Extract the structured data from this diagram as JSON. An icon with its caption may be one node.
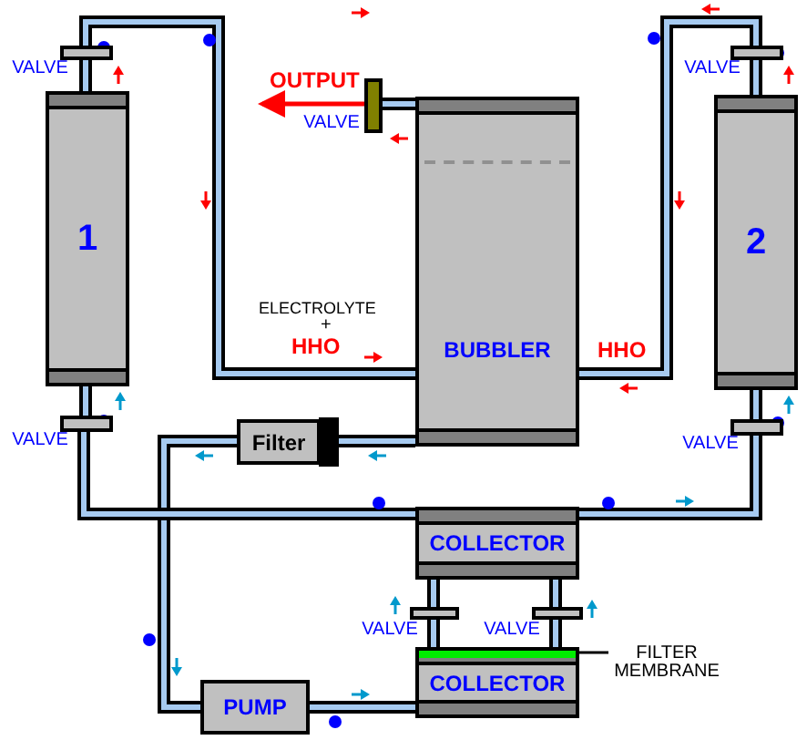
{
  "diagram": {
    "nodes": [
      {
        "text": [
          "1"
        ]
      },
      {
        "text": [
          "BUBBLER"
        ]
      },
      {
        "text": [
          "2"
        ]
      },
      {
        "text": [
          "Filter"
        ]
      },
      {
        "text": [
          "COLLECTOR"
        ]
      },
      {
        "text": [
          "COLLECTOR"
        ]
      },
      {
        "text": [
          "PUMP"
        ]
      },
      {
        "text": [],
        "shape": "bar",
        "beside": [
          "VALVE"
        ]
      },
      {
        "text": [],
        "shape": "bar",
        "beside": [
          "VALVE"
        ]
      },
      {
        "text": [],
        "shape": "bar",
        "beside": [
          "VALVE"
        ]
      },
      {
        "text": [],
        "shape": "bar",
        "beside": [
          "VALVE"
        ]
      },
      {
        "text": [],
        "shape": "bar",
        "beside": [
          "VALVE"
        ]
      },
      {
        "text": [],
        "shape": "bar",
        "beside": [
          "VALVE"
        ]
      },
      {
        "text": [],
        "shape": "bar",
        "beside": [
          "VALVE"
        ]
      },
      {
        "text": [
          "FILTER MEMBRANE"
        ]
      },
      {
        "text": [],
        "shape": "bar",
        "in": 5
      }
    ],
    "edges": [
      {
        "from": 0,
        "to": 7,
        "arrow": "none"
      },
      {
        "from": 7,
        "to": 1,
        "arrow": "none"
      },
      {
        "from": 1,
        "to": 9,
        "arrow": "none"
      },
      {
        "from": 2,
        "to": 9,
        "arrow": "none"
      },
      {
        "from": 1,
        "to": 11,
        "arrow": "none"
      },
      {
        "from": 11,
        "to": null,
        "arrow": "to",
        "label": "OUTPUT",
        "color": "#ff0000"
      },
      {
        "from": 1,
        "to": 3,
        "arrow": "none"
      },
      {
        "from": 3,
        "to": 6,
        "arrow": "none"
      },
      {
        "from": 6,
        "to": 5,
        "arrow": "none"
      },
      {
        "from": 5,
        "to": 12,
        "arrow": "none"
      },
      {
        "from": 12,
        "to": 4,
        "arrow": "none"
      },
      {
        "from": 5,
        "to": 13,
        "arrow": "none"
      },
      {
        "from": 13,
        "to": 4,
        "arrow": "none"
      },
      {
        "from": 4,
        "to": 8,
        "arrow": "none"
      },
      {
        "from": 8,
        "to": 0,
        "arrow": "none"
      },
      {
        "from": 4,
        "to": 10,
        "arrow": "none"
      },
      {
        "from": 10,
        "to": 2,
        "arrow": "none"
      },
      {
        "from": 14,
        "to": 15,
        "arrow": "none"
      }
    ],
    "labels": [
      "ELECTROLYTE",
      "+",
      "HHO",
      "HHO"
    ]
  }
}
